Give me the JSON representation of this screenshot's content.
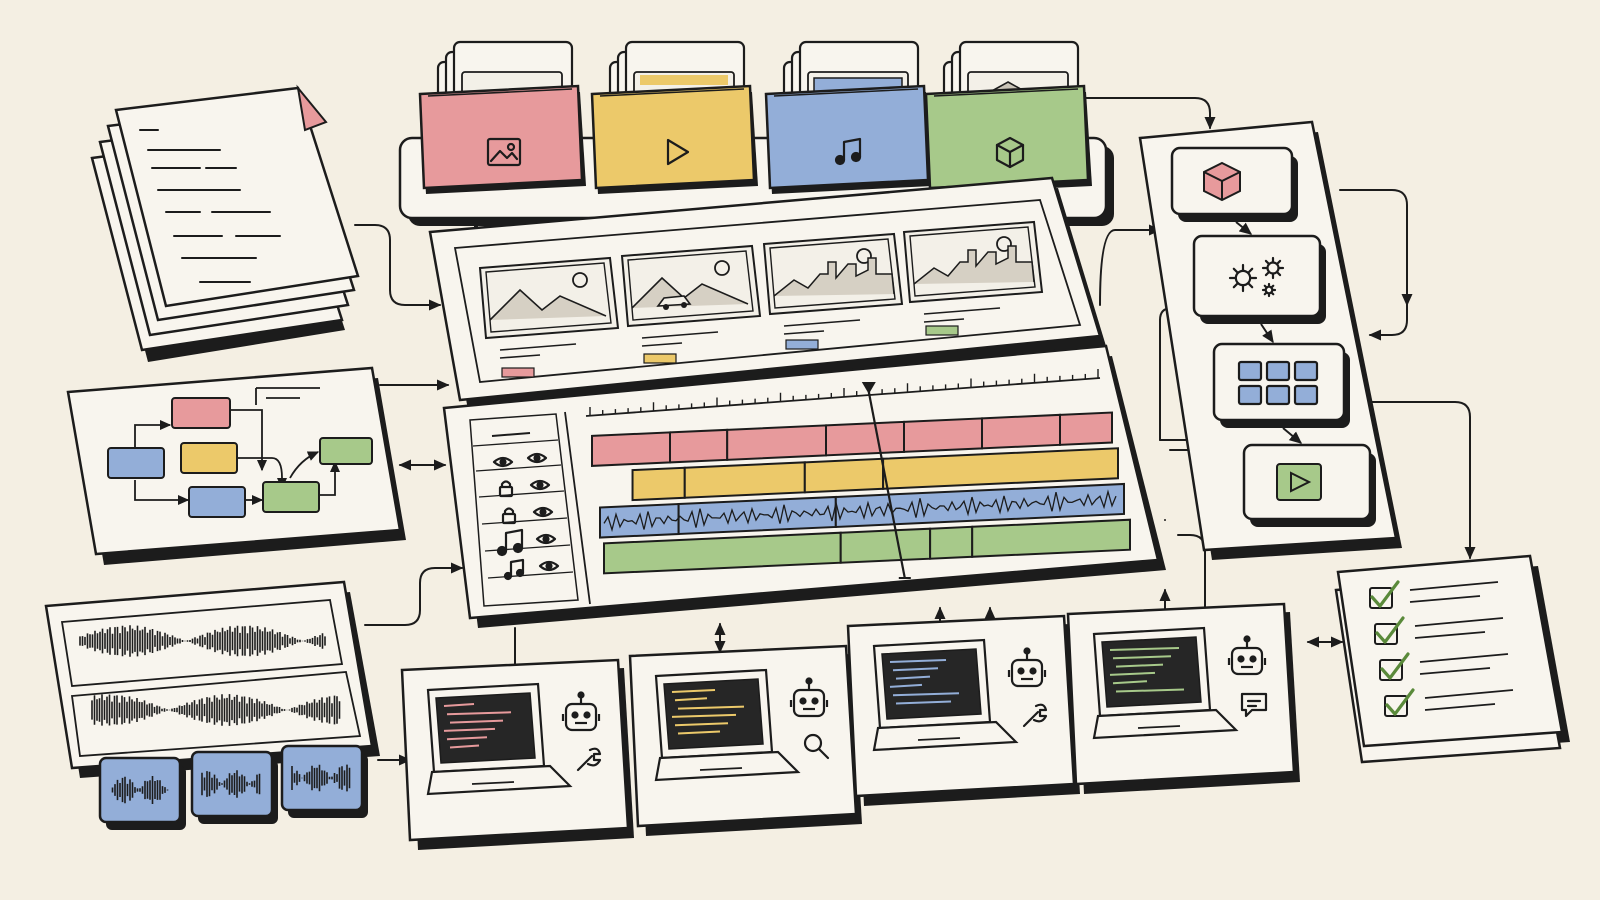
{
  "colors": {
    "background": "#f4efe3",
    "card": "#f8f5ee",
    "ink": "#1c1c1c",
    "red": "#e79a9c",
    "yellow": "#ecc96a",
    "blue": "#93aed8",
    "green": "#a7c98a",
    "screen": "#262626"
  },
  "asset_bins": [
    {
      "kind": "image",
      "color": "red",
      "icon": "image-icon"
    },
    {
      "kind": "video",
      "color": "yellow",
      "icon": "play-icon"
    },
    {
      "kind": "audio",
      "color": "blue",
      "icon": "music-note-icon"
    },
    {
      "kind": "3d",
      "color": "green",
      "icon": "cube-icon"
    }
  ],
  "storyboard": {
    "frames": [
      {
        "scene": "mountains",
        "tag_color": "red"
      },
      {
        "scene": "road-with-car",
        "tag_color": "yellow"
      },
      {
        "scene": "hills-and-city",
        "tag_color": "blue"
      },
      {
        "scene": "city-skyline",
        "tag_color": "green"
      }
    ]
  },
  "timeline": {
    "track_icons": [
      "eye-icon",
      "lock-icon",
      "lock-icon",
      "music-note-icon",
      "music-notes-icon"
    ],
    "tracks": [
      {
        "color": "red",
        "type": "clips"
      },
      {
        "color": "yellow",
        "type": "clips"
      },
      {
        "color": "blue",
        "type": "waveform"
      },
      {
        "color": "green",
        "type": "clips"
      }
    ],
    "playhead": 0.54
  },
  "pipeline": {
    "steps": [
      "cube-icon",
      "gears-icon",
      "grid-icon",
      "play-icon"
    ]
  },
  "agents": [
    {
      "tool": "wrench-icon",
      "code_color": "red"
    },
    {
      "tool": "magnifier-icon",
      "code_color": "yellow"
    },
    {
      "tool": "wrench-icon",
      "code_color": "blue"
    },
    {
      "tool": "chat-bubble-icon",
      "code_color": "green"
    }
  ],
  "checklist": {
    "items": 4,
    "checked": 4
  },
  "audio_clips": 3
}
